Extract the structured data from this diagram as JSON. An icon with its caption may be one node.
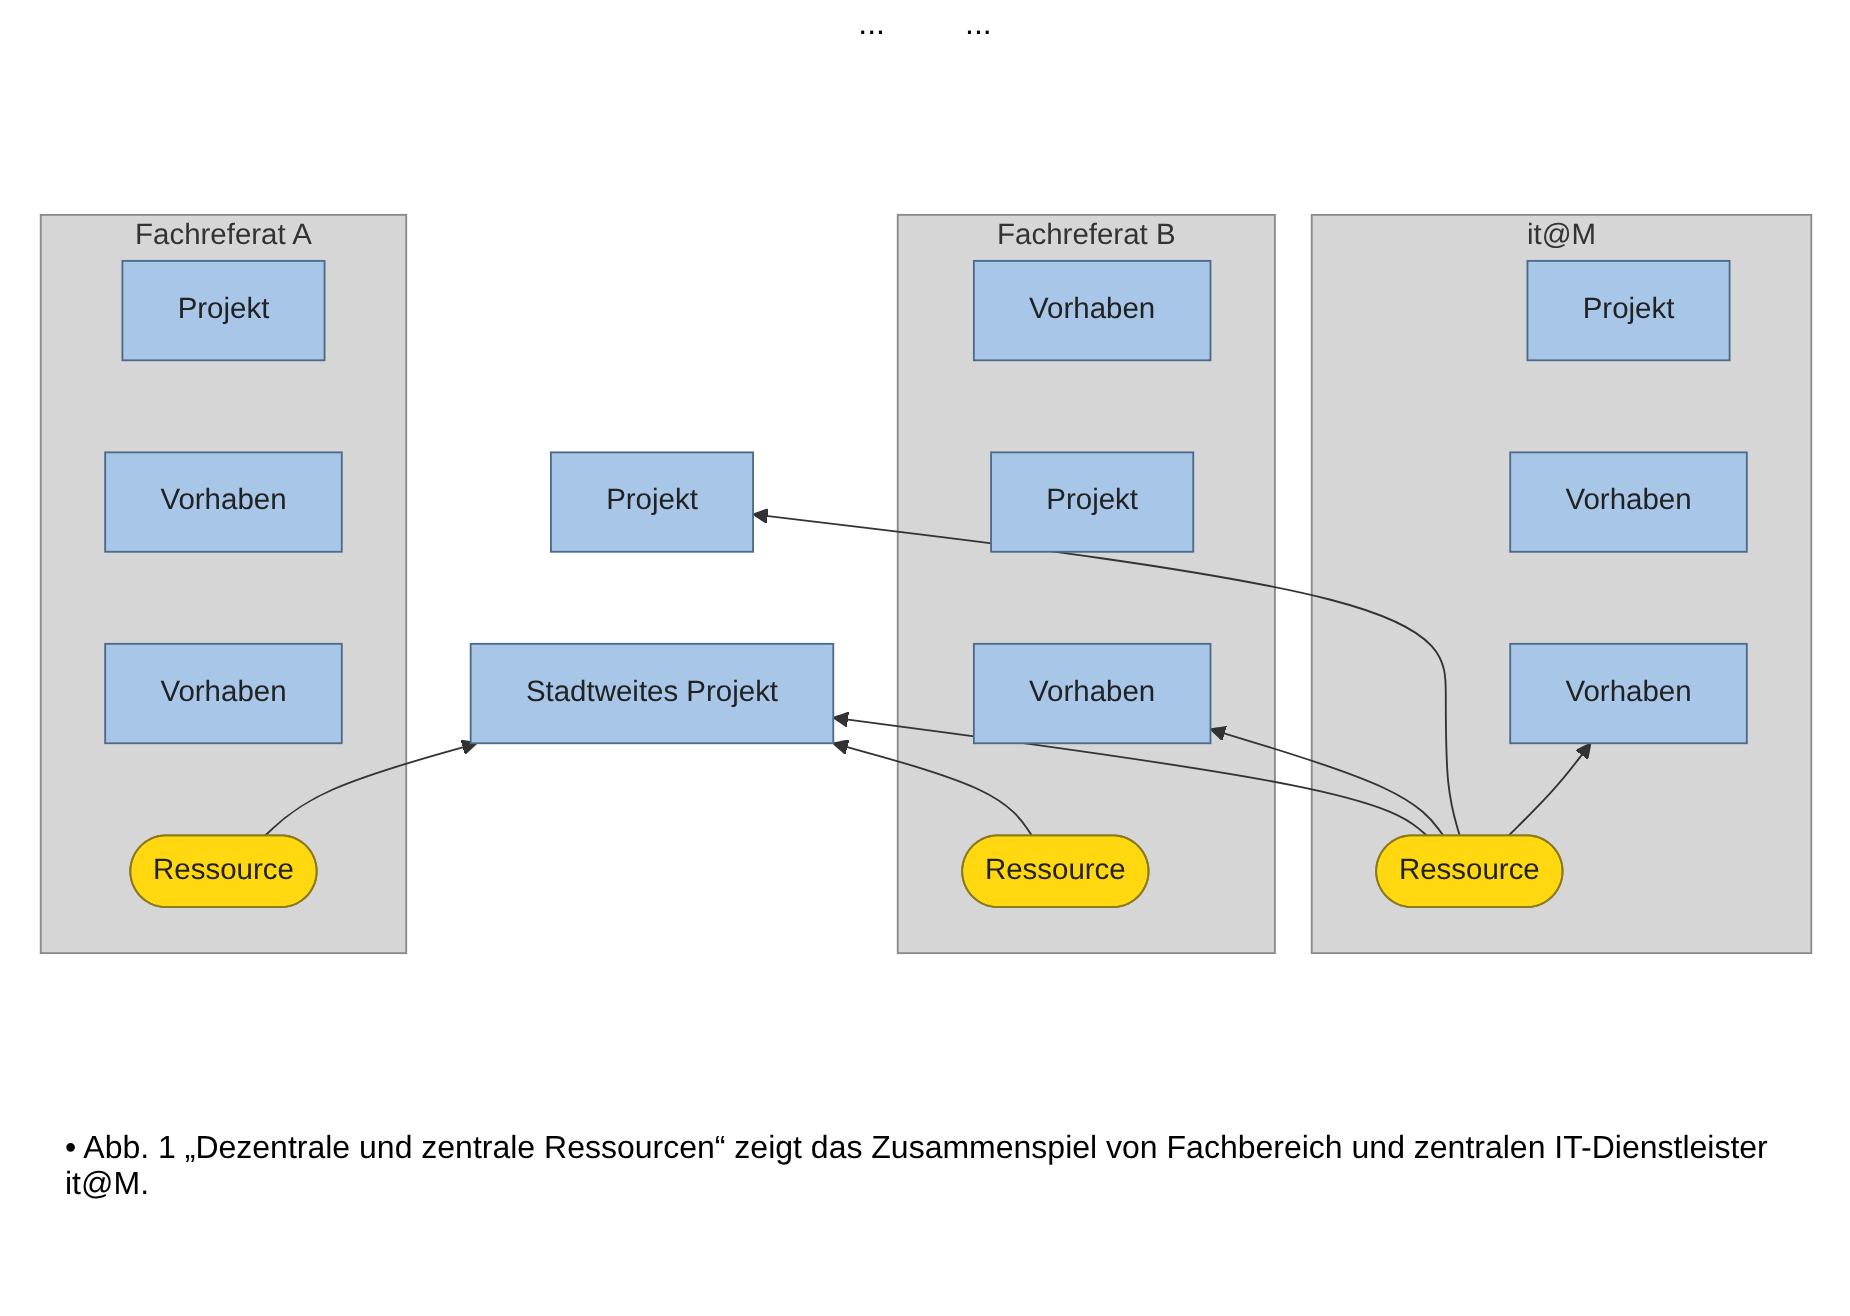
{
  "diagram": {
    "caption": "• Abb. 1 „Dezentrale und zentrale Ressourcen“ zeigt das Zusammenspiel von Fachbereich und zentralen IT-Dienstleister it@M.",
    "nodes": [
      {
        "text": [
          "Fachreferat A"
        ]
      },
      {
        "text": [
          "Projekt"
        ],
        "in": 0
      },
      {
        "text": [
          "Vorhaben"
        ],
        "in": 0
      },
      {
        "text": [
          "Vorhaben"
        ],
        "in": 0
      },
      {
        "text": [
          "Ressource"
        ],
        "in": 0
      },
      {
        "text": [
          "Fachreferat B"
        ]
      },
      {
        "text": [
          "Vorhaben"
        ],
        "in": 5
      },
      {
        "text": [
          "Projekt"
        ],
        "in": 5
      },
      {
        "text": [
          "Vorhaben"
        ],
        "in": 5
      },
      {
        "text": [
          "Ressource"
        ],
        "in": 5
      },
      {
        "text": [
          "it@M"
        ]
      },
      {
        "text": [
          "Projekt"
        ],
        "in": 10
      },
      {
        "text": [
          "Vorhaben"
        ],
        "in": 10
      },
      {
        "text": [
          "Vorhaben"
        ],
        "in": 10
      },
      {
        "text": [
          "Ressource"
        ],
        "in": 10
      },
      {
        "text": [
          "Projekt"
        ]
      },
      {
        "text": [
          "Stadtweites Projekt"
        ]
      }
    ],
    "edges": [
      {
        "from": 4,
        "to": 16,
        "arrow": "to"
      },
      {
        "from": 9,
        "to": 16,
        "arrow": "to"
      },
      {
        "from": 14,
        "to": 16,
        "arrow": "to"
      },
      {
        "from": 14,
        "to": 13,
        "arrow": "to"
      },
      {
        "from": 14,
        "to": 15,
        "arrow": "to"
      },
      {
        "from": 14,
        "to": 8,
        "arrow": "to"
      }
    ],
    "labels": [
      "...",
      "..."
    ]
  }
}
